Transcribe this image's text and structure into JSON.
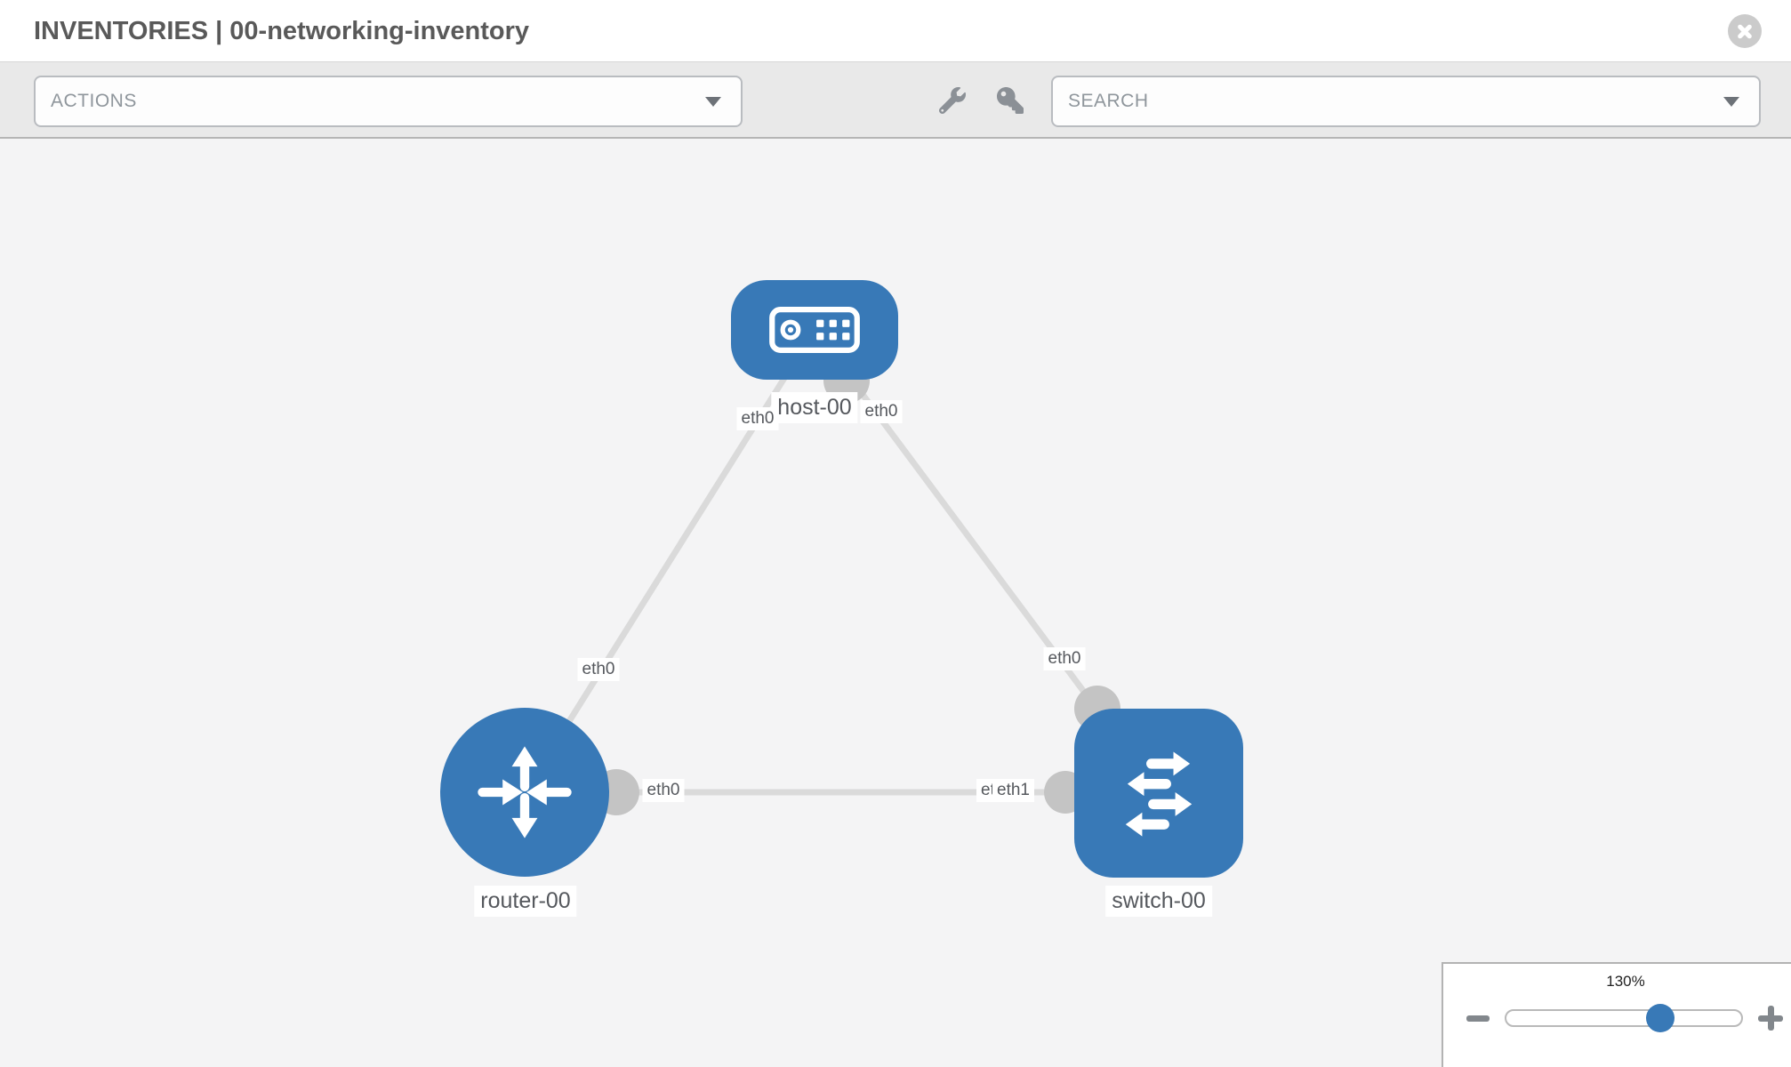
{
  "header": {
    "title": "INVENTORIES | 00-networking-inventory"
  },
  "toolbar": {
    "actions_label": "ACTIONS",
    "search_placeholder": "SEARCH"
  },
  "graph": {
    "nodes": [
      {
        "id": "host-00",
        "label": "host-00",
        "type": "host"
      },
      {
        "id": "router-00",
        "label": "router-00",
        "type": "router"
      },
      {
        "id": "switch-00",
        "label": "switch-00",
        "type": "switch"
      }
    ],
    "links": [
      {
        "source": "host-00",
        "source_interface": "eth0",
        "target": "router-00",
        "target_interface": "eth0"
      },
      {
        "source": "host-00",
        "source_interface": "eth0",
        "target": "switch-00",
        "target_interface": "eth0"
      },
      {
        "source": "router-00",
        "source_interface": "eth0",
        "target": "switch-00",
        "target_interface": "eth1"
      }
    ],
    "edge_labels": [
      "eth0",
      "eth0",
      "eth0",
      "eth0",
      "eth0",
      "eth0",
      "eth1"
    ]
  },
  "zoom": {
    "level": "130%"
  }
}
